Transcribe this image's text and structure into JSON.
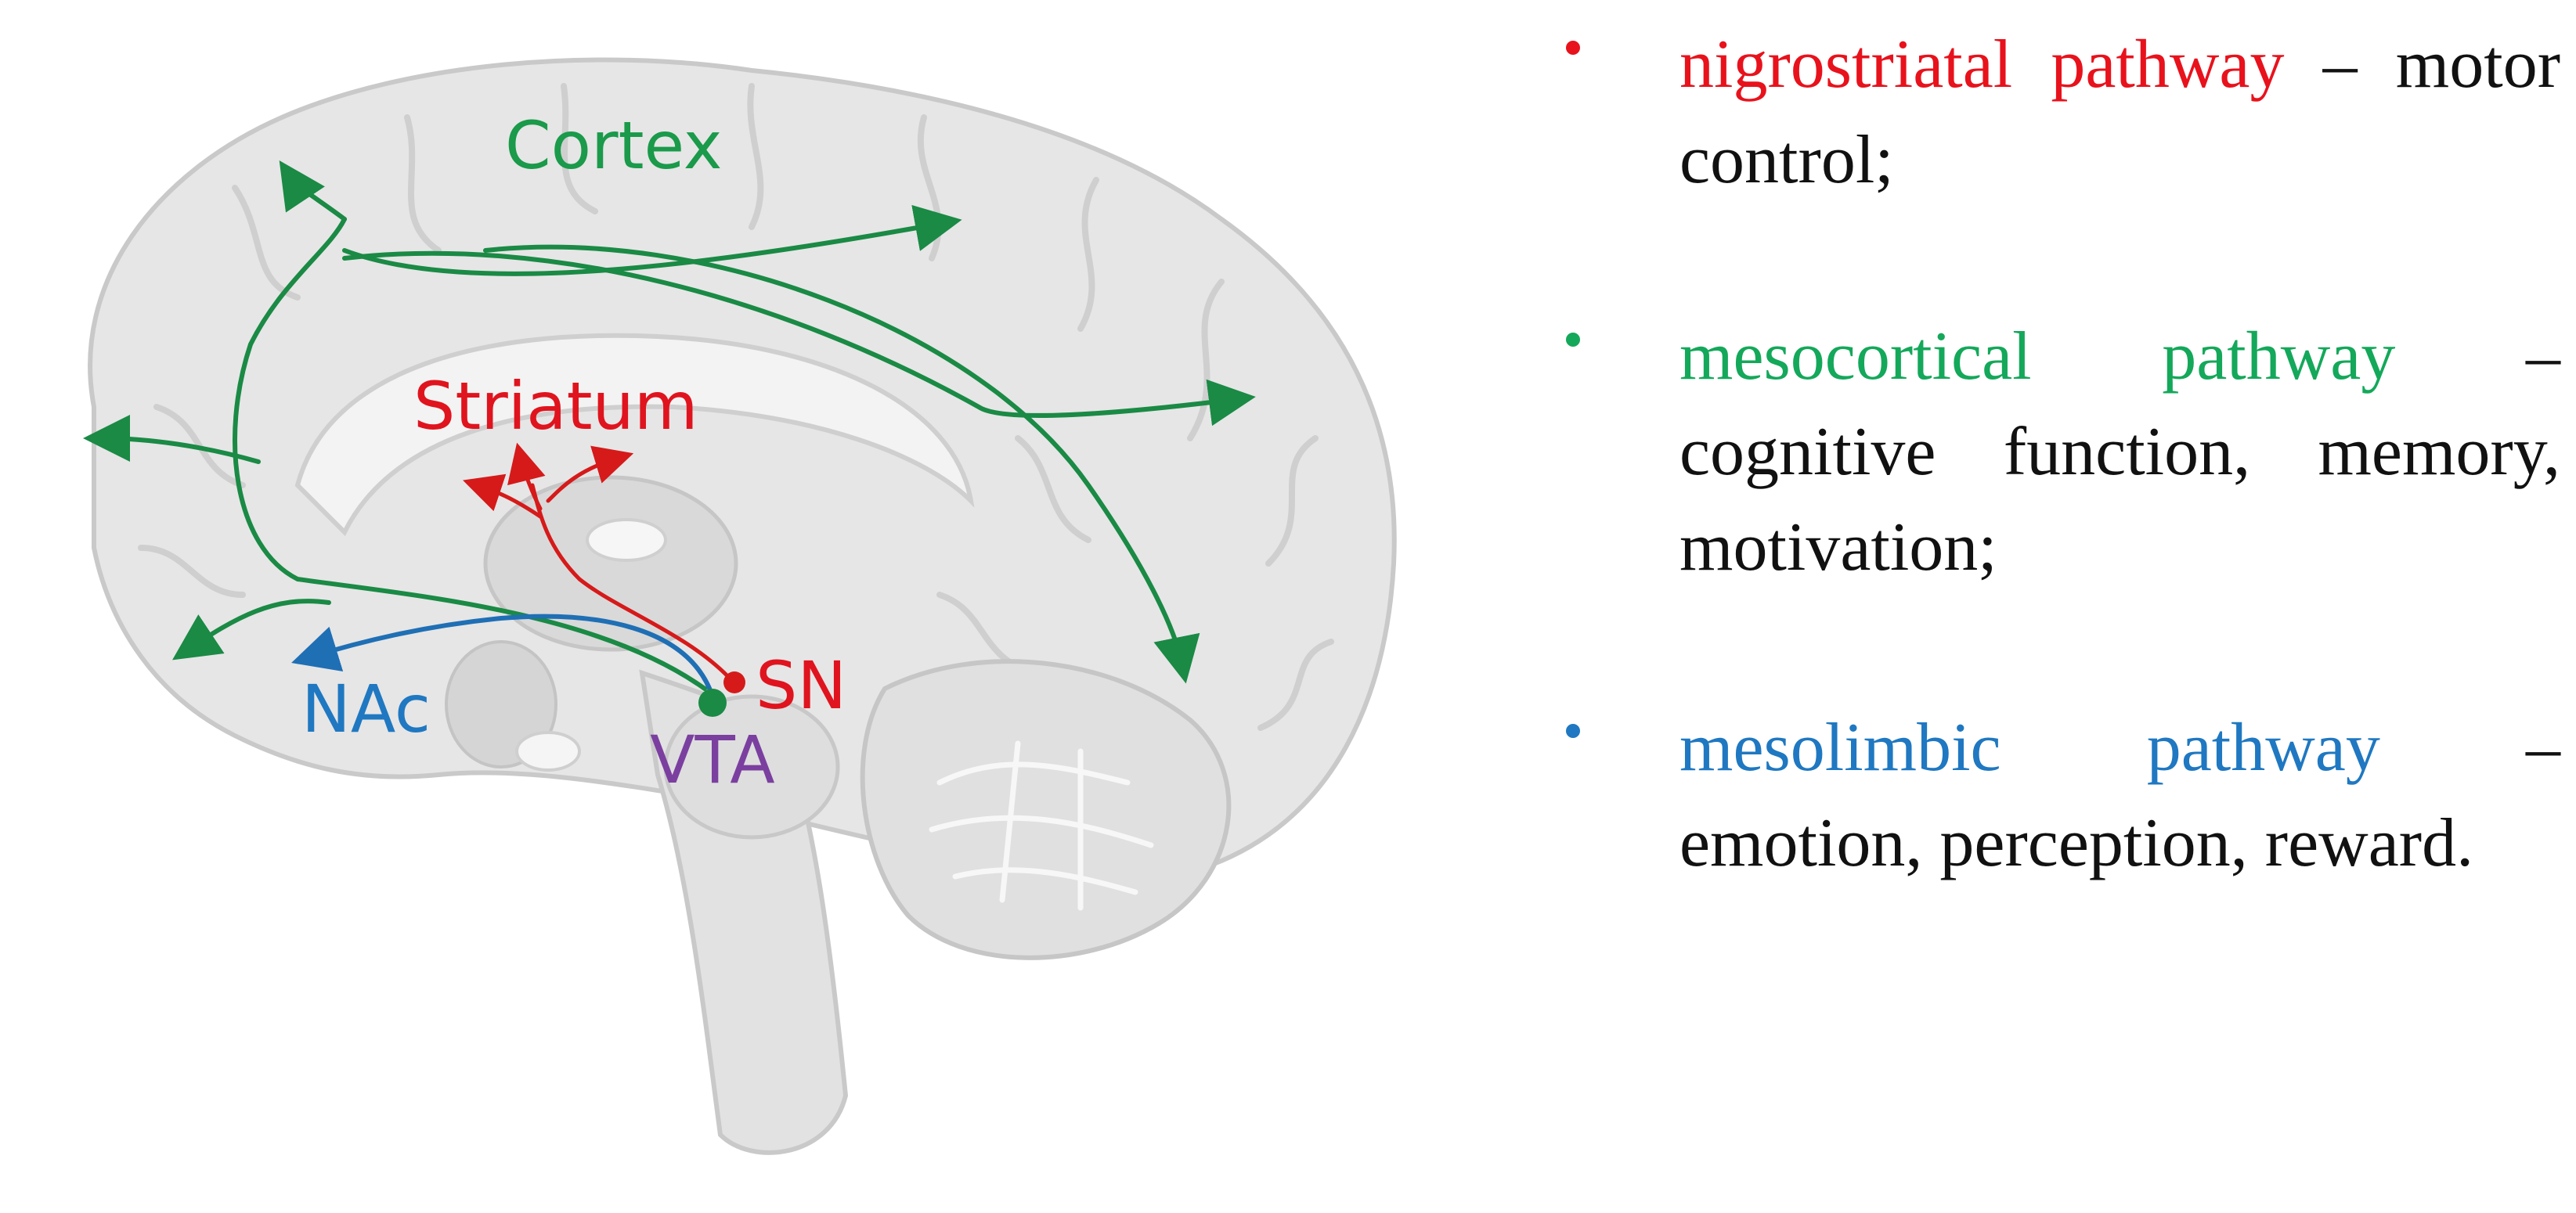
{
  "diagram": {
    "regions": {
      "cortex": {
        "text": "Cortex",
        "color": "#1a9a4a"
      },
      "striatum": {
        "text": "Striatum",
        "color": "#e0141e"
      },
      "sn": {
        "text": "SN",
        "color": "#e0141e"
      },
      "nac": {
        "text": "NAc",
        "color": "#1f78c1"
      },
      "vta": {
        "text": "VTA",
        "color": "#7b3fa0"
      }
    }
  },
  "legend": [
    {
      "name": "nigrostriatal pathway",
      "rest": " – motor control;",
      "color": "#e8121c"
    },
    {
      "name": "mesocortical pathway",
      "rest": " – cognitive function, memory, motivation;",
      "color": "#14a85a"
    },
    {
      "name": "mesolimbic pathway",
      "rest": " – emotion, perception, reward.",
      "color": "#1f78c1"
    }
  ],
  "colors": {
    "brain_fill": "#e6e6e6",
    "brain_stroke": "#c9c9c9",
    "text": "#111111"
  }
}
